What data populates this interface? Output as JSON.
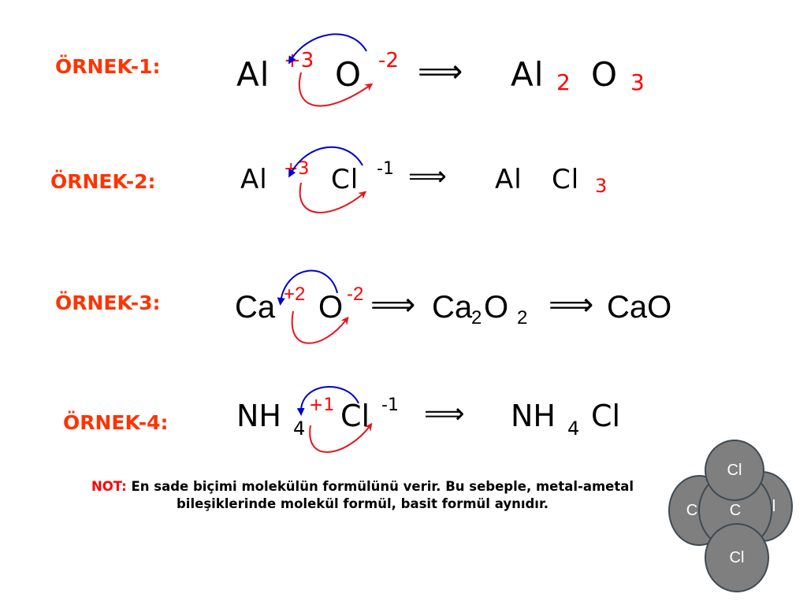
{
  "examples": [
    {
      "label": "ÖRNEK-1:",
      "cation": "Al",
      "cation_charge": "+3",
      "anion": "O",
      "anion_charge": "-2",
      "arrow": "⟹",
      "product_el1": "Al",
      "product_sub1": "2",
      "product_el2": "O",
      "product_sub2": "3"
    },
    {
      "label": "ÖRNEK-2:",
      "cation": "Al",
      "cation_charge": "+3",
      "anion": "Cl",
      "anion_charge": "-1",
      "arrow": "⟹",
      "product_el1": "Al",
      "product_el2": "Cl",
      "product_sub2": "3"
    },
    {
      "label": "ÖRNEK-3:",
      "cation": "Ca",
      "cation_charge": "+2",
      "anion": "O",
      "anion_charge": "-2",
      "arrow": "⟹",
      "intermediate_el1": "Ca",
      "intermediate_sub1": "2",
      "intermediate_el2": "O",
      "intermediate_sub2": "2",
      "arrow2": "⟹",
      "product": "CaO"
    },
    {
      "label": "ÖRNEK-4:",
      "cation": "NH",
      "cation_sub": "4",
      "cation_charge": "+1",
      "anion": "Cl",
      "anion_charge": "-1",
      "arrow": "⟹",
      "product_el1": "NH",
      "product_sub1": "4",
      "product_el2": "Cl"
    }
  ],
  "note": {
    "prefix": "NOT:",
    "line1": "En sade biçimi molekülün formülünü verir. Bu sebeple, metal-ametal",
    "line2": "bileşiklerinde molekül formül, basit formül aynıdır."
  },
  "molecule": {
    "center": "C",
    "top": "Cl",
    "bottom": "Cl",
    "left": "C",
    "right": "l"
  },
  "colors": {
    "label": "#ff3300",
    "charge": "#ff0000",
    "blue_arrow": "#0000cc",
    "red_arrow": "#e8141c",
    "circle_fill": "#7f7f7f",
    "circle_border": "#3f4a52"
  }
}
